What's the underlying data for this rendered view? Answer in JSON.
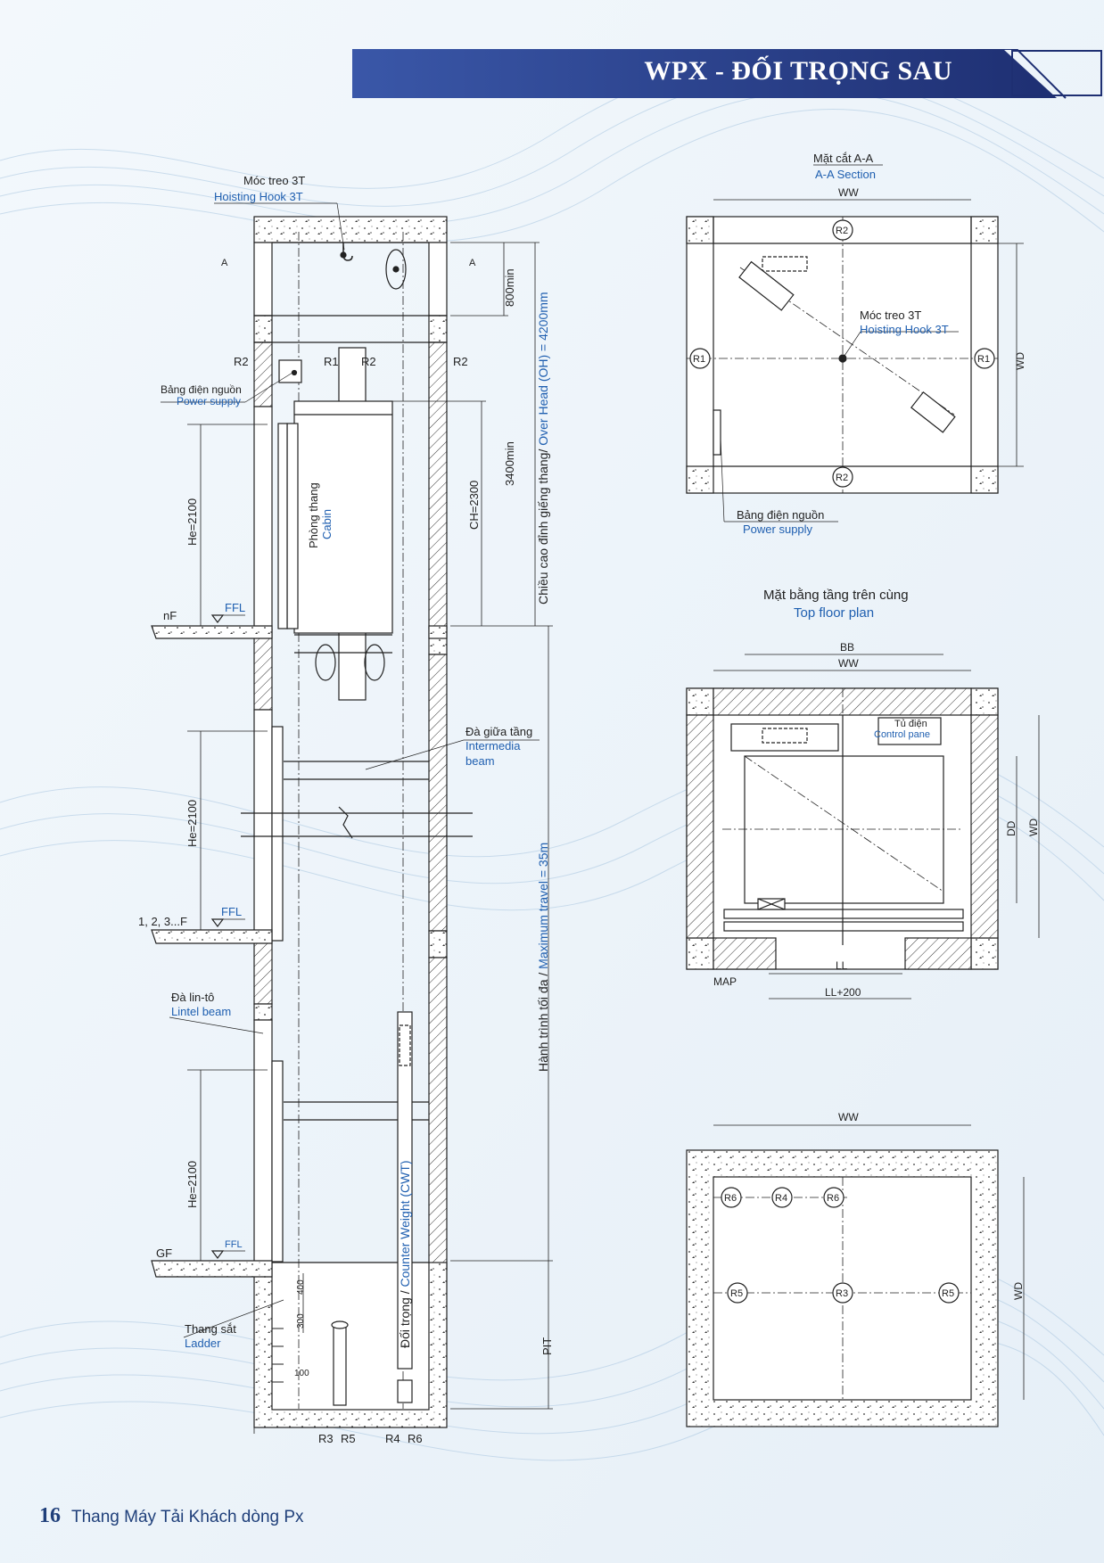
{
  "header": {
    "title": "WPX - ĐỐI TRỌNG SAU"
  },
  "footer": {
    "page_number": "16",
    "text": "Thang Máy Tải Khách dòng Px"
  },
  "section": {
    "hook_vi": "Móc treo 3T",
    "hook_en": "Hoisting Hook 3T",
    "power_vi": "Bảng điện nguồn",
    "power_en": "Power supply",
    "cabin_vi": "Phòng thang",
    "cabin_en": "Cabin",
    "beam_vi": "Đà giữa tầng",
    "beam_en1": "Intermedia",
    "beam_en2": "beam",
    "lintel_vi": "Đà lin-tô",
    "lintel_en": "Lintel beam",
    "ladder_vi": "Thang sắt",
    "ladder_en": "Ladder",
    "cwt_vi": "Đối trọng / ",
    "cwt_en": "Counter Weight (CWT)",
    "overhead_vi": "Chiều cao đỉnh giếng thang/ ",
    "overhead_en": "Over Head (OH) = 4200mm",
    "travel_vi": "Hành trình tối đa / ",
    "travel_en": "Maximum  travel = 35m",
    "dim_800": "800min",
    "dim_3400": "3400min",
    "dim_ch": "CH=2300",
    "dim_he": "He=2100",
    "dim_pit": "PIT",
    "dim_400": "400",
    "dim_300": "300",
    "dim_100": "100",
    "ffl": "FFL",
    "nf": "nF",
    "floors": "1, 2, 3...F",
    "gf": "GF",
    "a_mark": "A",
    "r1": "R1",
    "r2": "R2",
    "r3": "R3",
    "r4": "R4",
    "r5": "R5",
    "r6": "R6"
  },
  "section_aa": {
    "title_vi": "Mặt cắt A-A",
    "title_en": "A-A Section",
    "ww": "WW",
    "wd": "WD",
    "hook_vi": "Móc treo 3T",
    "hook_en": "Hoisting Hook 3T",
    "power_vi": "Bảng điện nguồn",
    "power_en": "Power supply"
  },
  "top_floor": {
    "title_vi": "Mặt bằng tầng trên cùng",
    "title_en": "Top floor plan",
    "ww": "WW",
    "bb": "BB",
    "dd": "DD",
    "wd": "WD",
    "control_vi": "Tủ điện",
    "control_en": "Control pane",
    "ll": "LL",
    "ll200": "LL+200",
    "map": "MAP"
  },
  "pit_plan": {
    "ww": "WW",
    "wd": "WD"
  },
  "colors": {
    "accent_blue": "#1f5fb0",
    "header_navy": "#2b3f8a",
    "line": "#222222"
  }
}
